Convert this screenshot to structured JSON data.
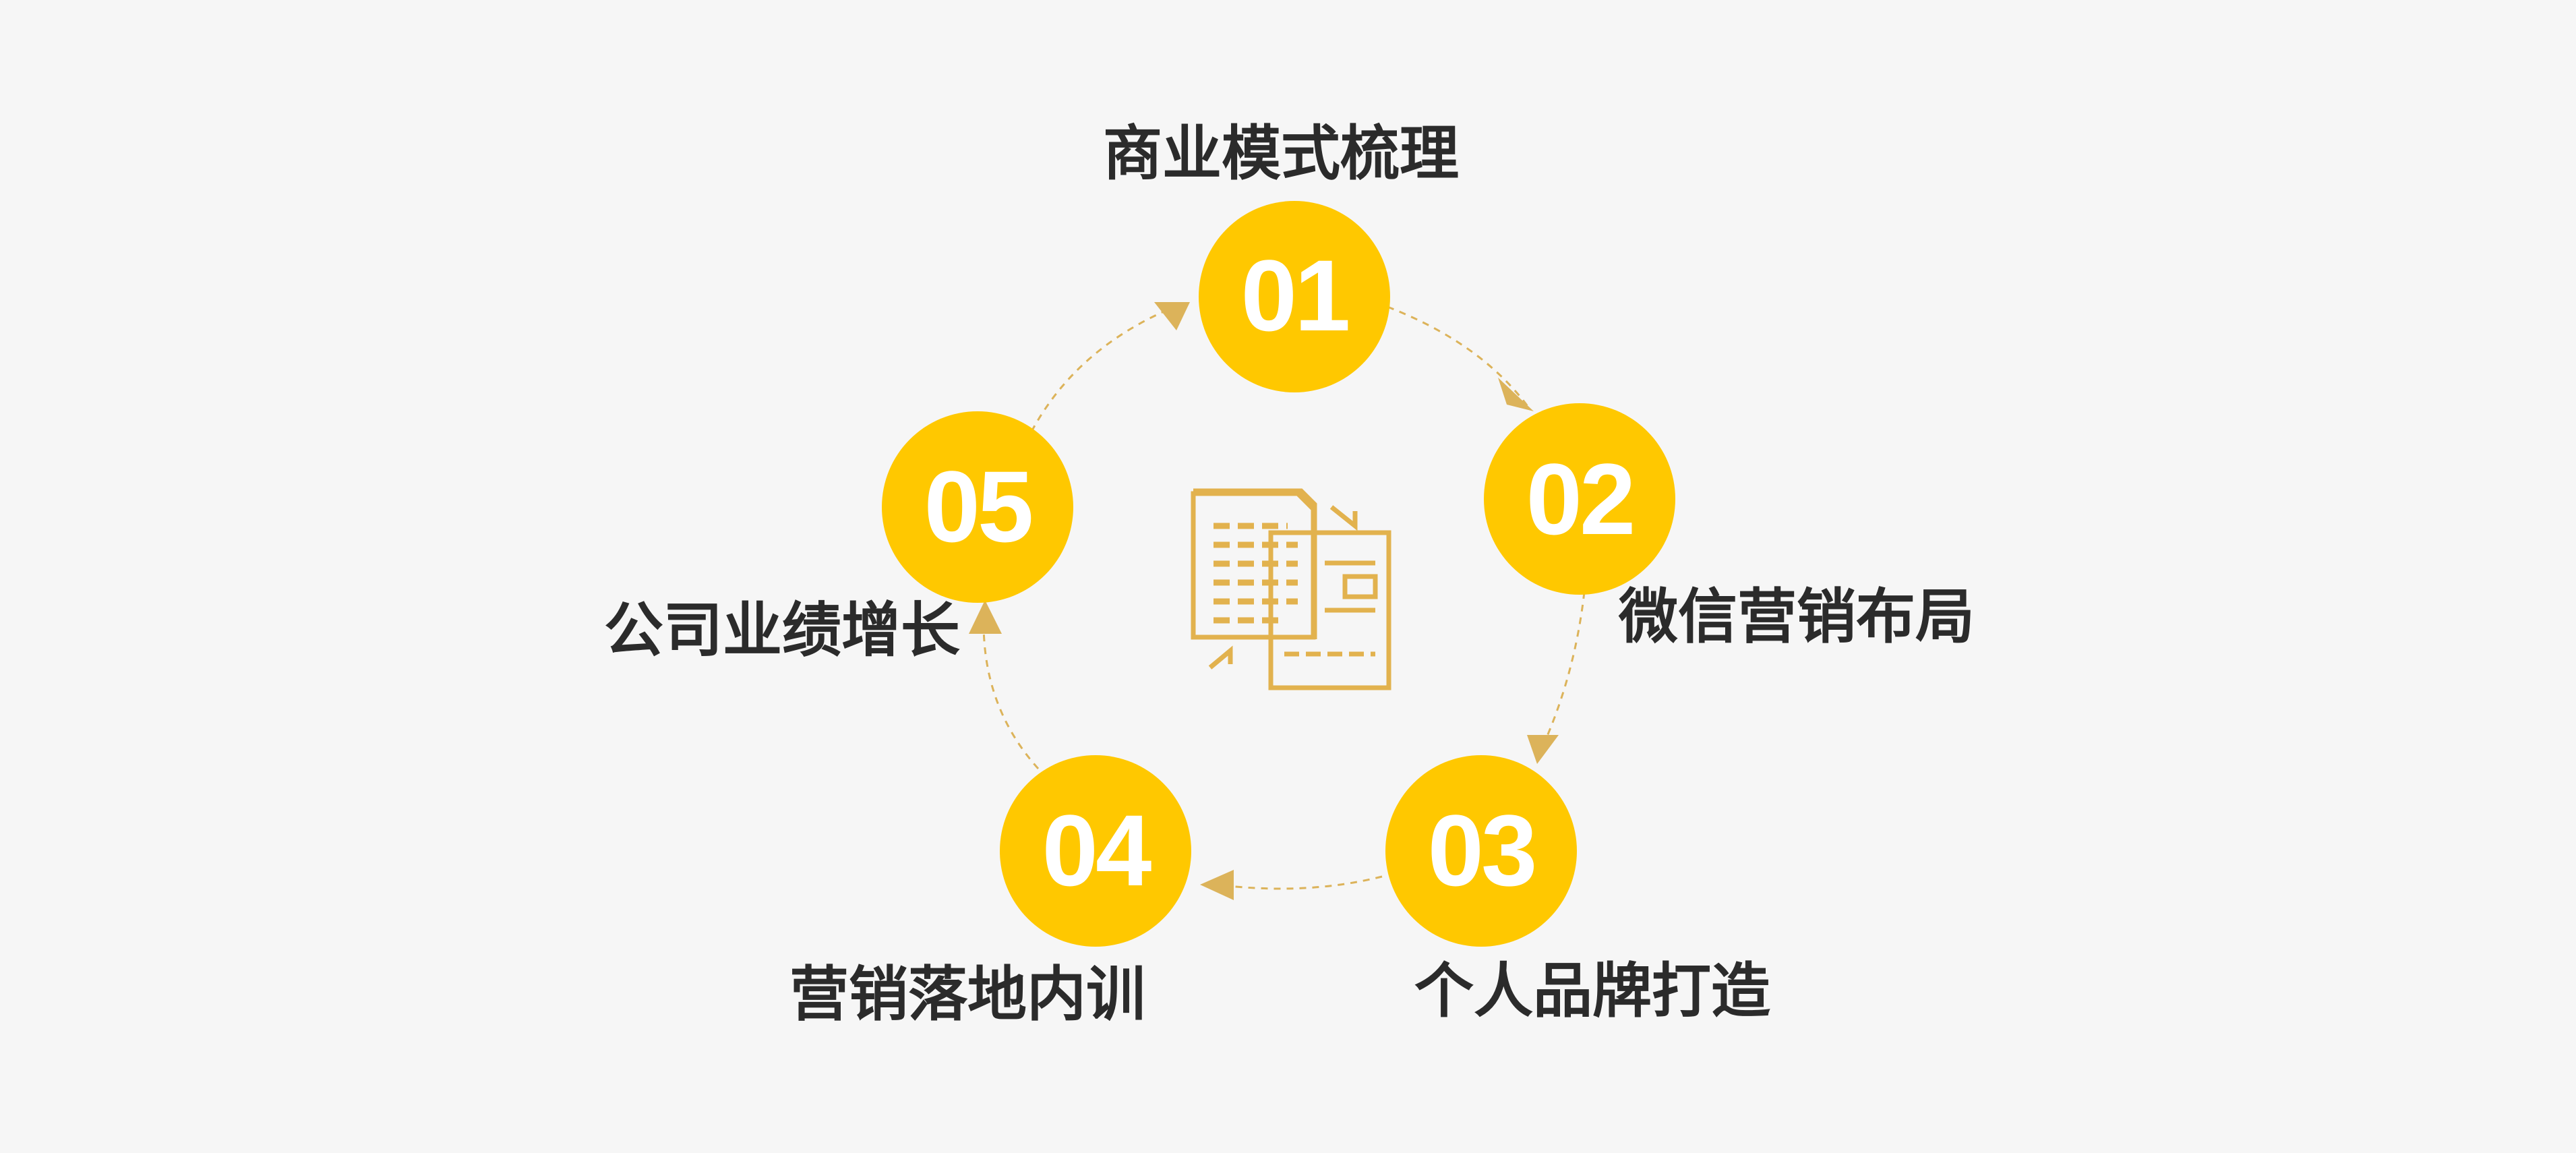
{
  "colors": {
    "background": "#f6f6f6",
    "node_fill": "#ffc800",
    "connector": "#dcb35a",
    "icon": "#e2b24e",
    "label_text": "#2b2b2b",
    "number_text": "#ffffff"
  },
  "center_icon": "document-transfer-icon",
  "steps": [
    {
      "number": "01",
      "label": "商业模式梳理"
    },
    {
      "number": "02",
      "label": "微信营销布局"
    },
    {
      "number": "03",
      "label": "个人品牌打造"
    },
    {
      "number": "04",
      "label": "营销落地内训"
    },
    {
      "number": "05",
      "label": "公司业绩增长"
    }
  ]
}
